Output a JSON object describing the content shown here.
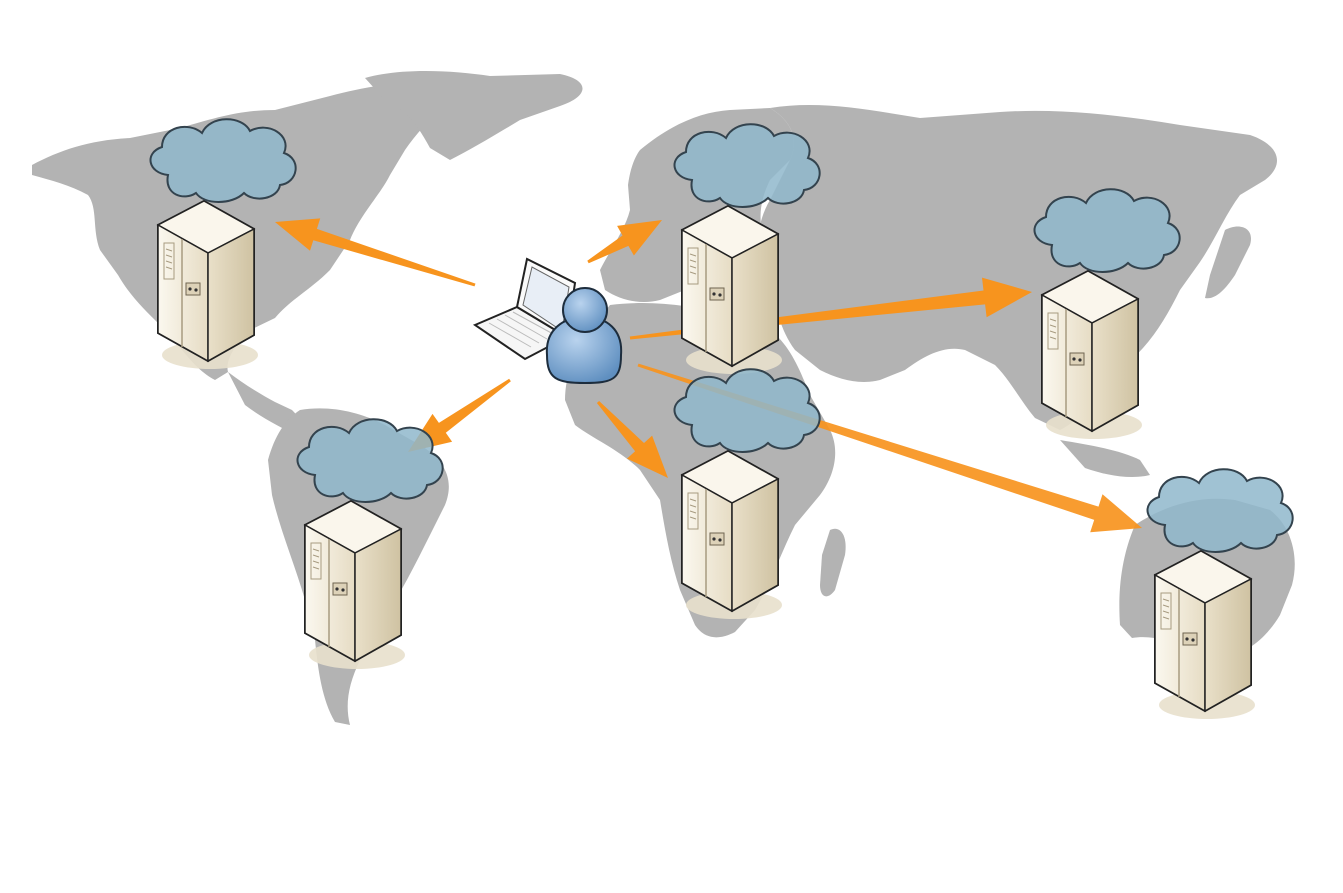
{
  "diagram": {
    "colors": {
      "background": "#ffffff",
      "land": "#b3b3b3",
      "arrow": "#f7941e",
      "cloud_fill": "#8fb7cb",
      "cloud_stroke": "#3a4a55",
      "server_light": "#f4efe2",
      "server_dark": "#d8ccb0",
      "user_fill": "#7fa9d3",
      "laptop_screen": "#e8eef6"
    },
    "nodes": [
      {
        "id": "client",
        "icon": "user-with-laptop-icon"
      },
      {
        "id": "north-america",
        "icon": "server-with-cloud-icon"
      },
      {
        "id": "europe",
        "icon": "server-with-cloud-icon"
      },
      {
        "id": "east-asia",
        "icon": "server-with-cloud-icon"
      },
      {
        "id": "south-america",
        "icon": "server-with-cloud-icon"
      },
      {
        "id": "africa",
        "icon": "server-with-cloud-icon"
      },
      {
        "id": "australia",
        "icon": "server-with-cloud-icon"
      }
    ],
    "edges": [
      {
        "from": "client",
        "to": "north-america"
      },
      {
        "from": "client",
        "to": "europe"
      },
      {
        "from": "client",
        "to": "east-asia"
      },
      {
        "from": "client",
        "to": "south-america"
      },
      {
        "from": "client",
        "to": "africa"
      },
      {
        "from": "client",
        "to": "australia"
      }
    ]
  }
}
